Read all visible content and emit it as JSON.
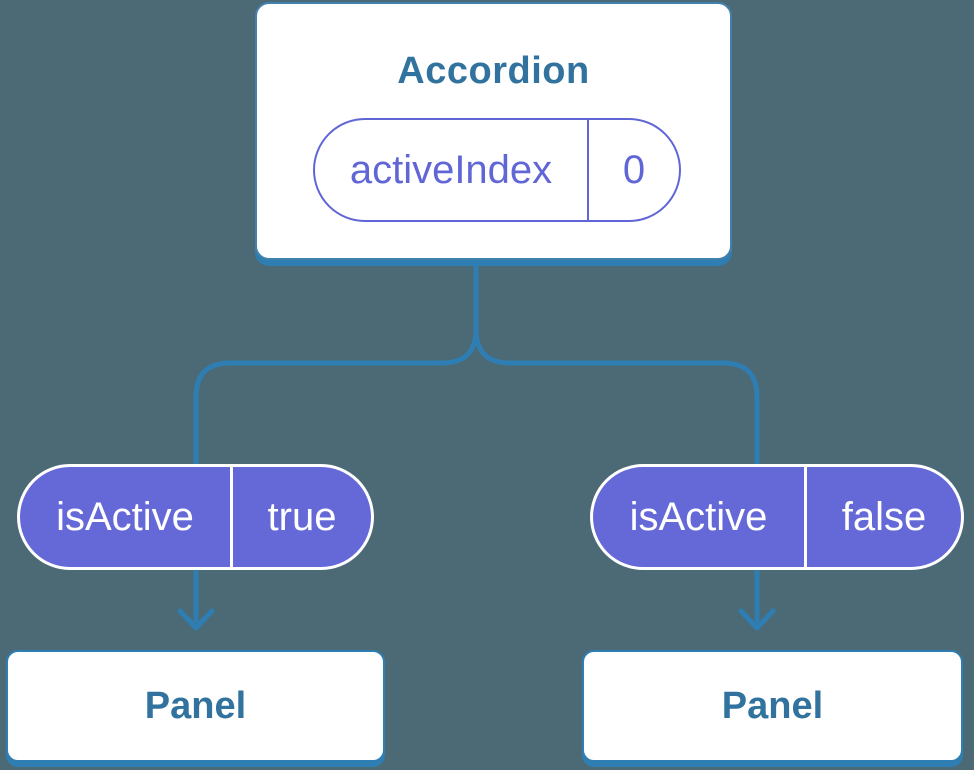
{
  "diagram": {
    "root": {
      "title": "Accordion",
      "state": {
        "name": "activeIndex",
        "value": "0"
      }
    },
    "branches": [
      {
        "prop": {
          "name": "isActive",
          "value": "true"
        },
        "child": {
          "title": "Panel"
        }
      },
      {
        "prop": {
          "name": "isActive",
          "value": "false"
        },
        "child": {
          "title": "Panel"
        }
      }
    ]
  },
  "colors": {
    "background": "#4C6A75",
    "connector": "#2E7EB3",
    "box_fill": "#FFFFFF",
    "box_border": "#4381AB",
    "heading_text": "#31739E",
    "pill_outline": "#6166D6",
    "pill_fill": "#6569D8",
    "pill_divider": "#FFFFFF",
    "pill_text_light": "#FFFFFF"
  }
}
